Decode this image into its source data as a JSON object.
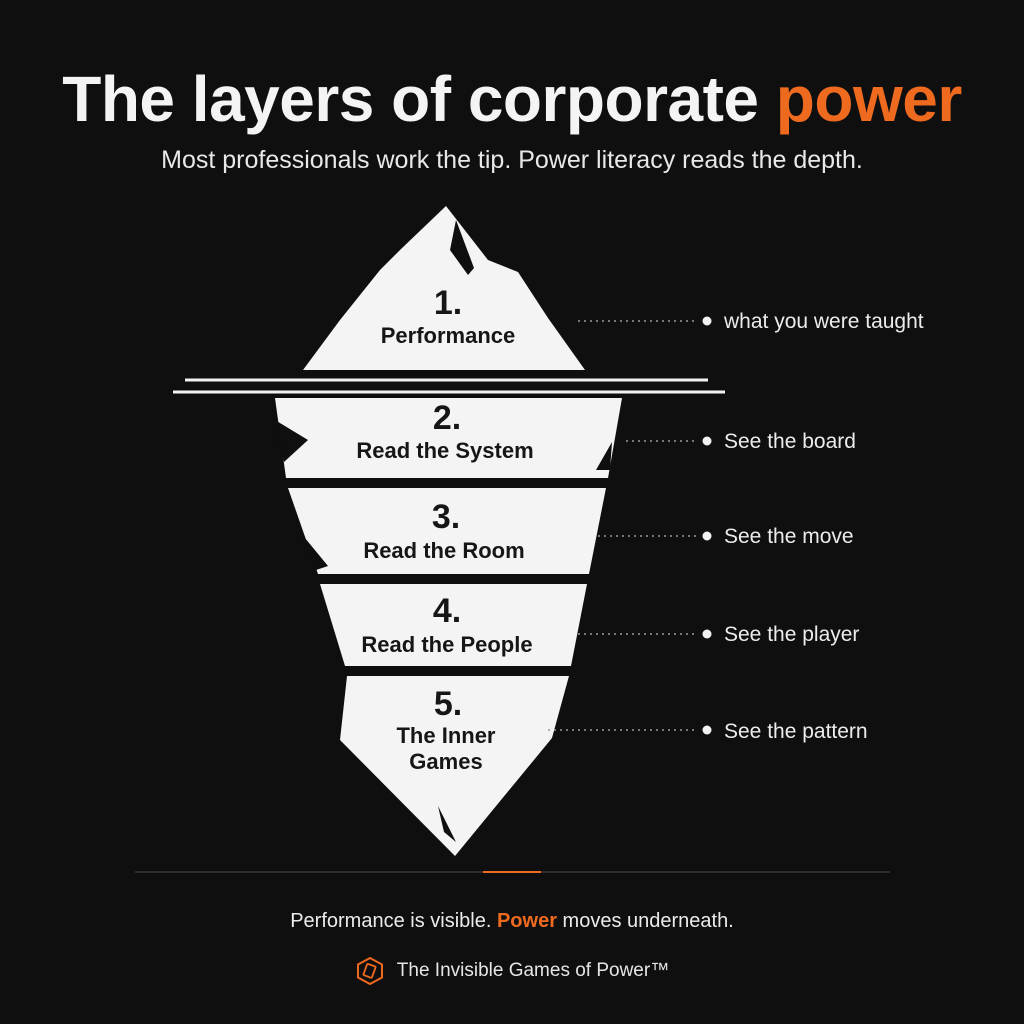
{
  "header": {
    "title_main": "The layers of corporate ",
    "title_accent": "power",
    "subtitle": "Most professionals work the tip. Power literacy reads the depth."
  },
  "levels": [
    {
      "number": "1.",
      "name": "Performance",
      "note": "what you were taught"
    },
    {
      "number": "2.",
      "name": "Read the System",
      "note": "See the board"
    },
    {
      "number": "3.",
      "name": "Read the Room",
      "note": "See the move"
    },
    {
      "number": "4.",
      "name": "Read the People",
      "note": "See the player"
    },
    {
      "number": "5.",
      "name_line1": "The Inner",
      "name_line2": "Games",
      "note": "See the pattern"
    }
  ],
  "footer": {
    "text_before": "Performance is visible. ",
    "text_accent": "Power",
    "text_after": " moves underneath.",
    "brand": "The Invisible Games of Power™",
    "brand_icon": "hexagon-card-icon"
  },
  "colors": {
    "background": "#0f0f0f",
    "accent": "#ee6a1f",
    "ice": "#f4f4f4",
    "text_dark": "#161616"
  }
}
